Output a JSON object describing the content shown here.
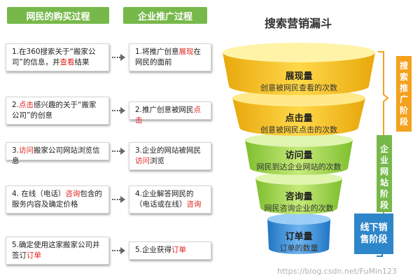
{
  "headers": {
    "left": "网民的购买过程",
    "middle": "企业推广过程"
  },
  "funnel_title": "搜索营销漏斗",
  "rows": [
    {
      "left": [
        {
          "t": "1.在360搜索关于“搬家公司”的信息，并"
        },
        {
          "t": "查看",
          "hl": true
        },
        {
          "t": "结果"
        }
      ],
      "mid": [
        {
          "t": "1.将推广创意"
        },
        {
          "t": "展现",
          "hl": true
        },
        {
          "t": "在网民的面前"
        }
      ]
    },
    {
      "left": [
        {
          "t": "2."
        },
        {
          "t": "点击",
          "hl": true
        },
        {
          "t": "感兴趣的关于“搬家公司”的创意"
        }
      ],
      "mid": [
        {
          "t": "2.推广创意被网民"
        },
        {
          "t": "点击",
          "hl": true
        }
      ]
    },
    {
      "left": [
        {
          "t": "3."
        },
        {
          "t": "访问",
          "hl": true
        },
        {
          "t": "搬家公司网站浏览信息"
        }
      ],
      "mid": [
        {
          "t": "3.企业的网站被网民"
        },
        {
          "t": "访问",
          "hl": true
        },
        {
          "t": "浏览"
        }
      ]
    },
    {
      "left": [
        {
          "t": "4. 在线（电话）"
        },
        {
          "t": "咨询",
          "hl": true
        },
        {
          "t": "包含的服务内容及确定价格"
        }
      ],
      "mid": [
        {
          "t": "4.企业解答网民的（电话或在线）"
        },
        {
          "t": "咨询",
          "hl": true
        }
      ]
    },
    {
      "left": [
        {
          "t": "5.确定使用这家搬家公司并签订"
        },
        {
          "t": "订单",
          "hl": true
        }
      ],
      "mid": [
        {
          "t": "5.企业获得"
        },
        {
          "t": "订单",
          "hl": true
        }
      ]
    }
  ],
  "funnel_layers": [
    {
      "title": "展现量",
      "desc": "创意被网民查看的次数",
      "color": "#f7c418"
    },
    {
      "title": "点击量",
      "desc": "创意被网民点击的次数",
      "color": "#f7c418"
    },
    {
      "title": "访问量",
      "desc": "网民到达企业网站的次数",
      "color": "#a8d650"
    },
    {
      "title": "咨询量",
      "desc": "网民咨询企业的次数",
      "color": "#a8d650"
    },
    {
      "title": "订单量",
      "desc": "订单的数量",
      "color": "#3c93d6"
    }
  ],
  "stages": [
    {
      "label": "搜索推广阶段",
      "color": "#f4a11d"
    },
    {
      "label": "企业网站阶段",
      "color": "#77b84a"
    },
    {
      "label": "线下销售阶段",
      "color": "#2c86c9"
    }
  ],
  "watermark": "https://blog.csdn.net/FuMin123"
}
